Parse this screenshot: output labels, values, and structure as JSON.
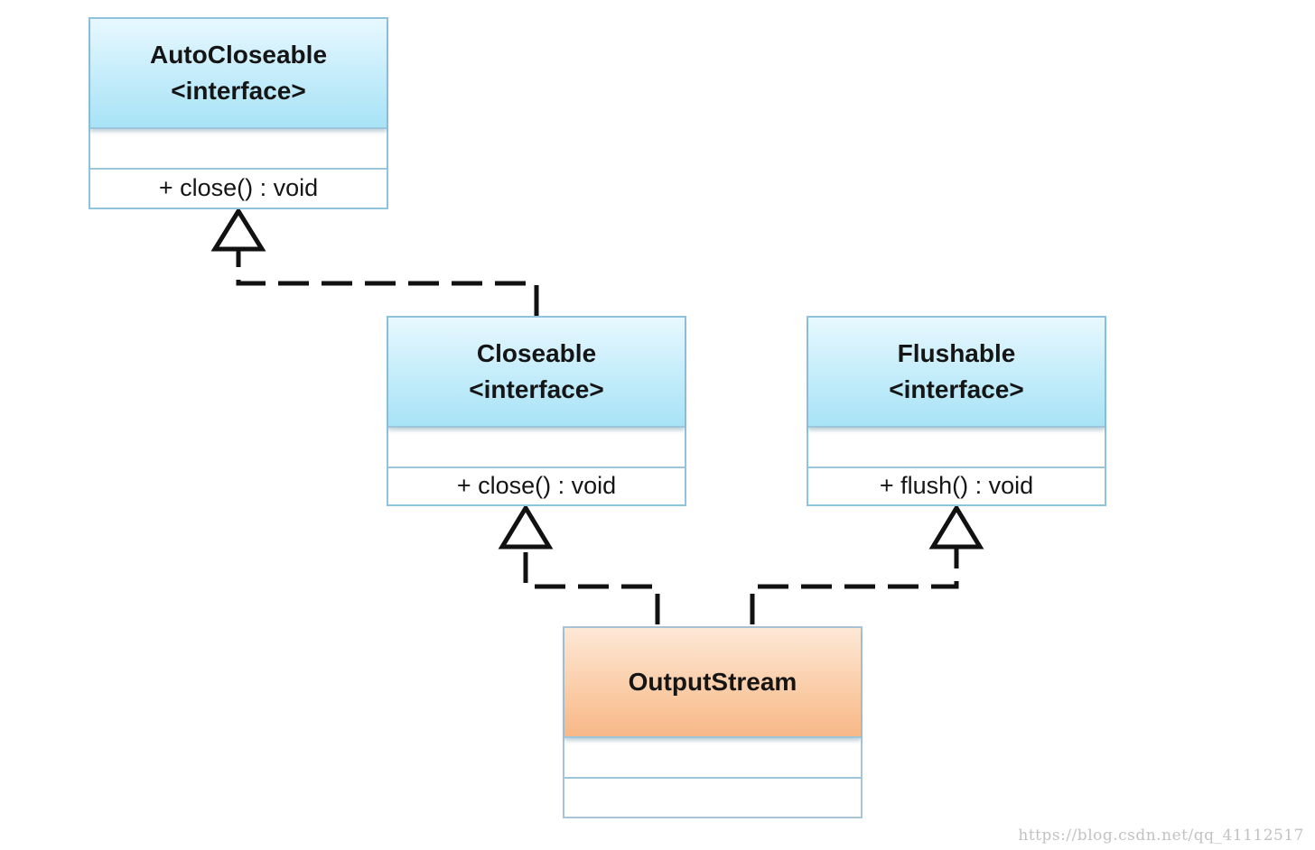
{
  "diagram": {
    "autocloseable": {
      "name": "AutoCloseable",
      "stereotype": "<interface>",
      "operation": "+ close() : void"
    },
    "closeable": {
      "name": "Closeable",
      "stereotype": "<interface>",
      "operation": "+ close() : void"
    },
    "flushable": {
      "name": "Flushable",
      "stereotype": "<interface>",
      "operation": "+ flush() : void"
    },
    "outputstream": {
      "name": "OutputStream",
      "operation": ""
    },
    "relations": [
      {
        "from": "Closeable",
        "to": "AutoCloseable",
        "kind": "realization"
      },
      {
        "from": "OutputStream",
        "to": "Closeable",
        "kind": "realization"
      },
      {
        "from": "OutputStream",
        "to": "Flushable",
        "kind": "realization"
      }
    ]
  },
  "watermark": "https://blog.csdn.net/qq_41112517",
  "colors": {
    "interface_header": "#bfeaf9",
    "class_header": "#fbcda5",
    "border": "#8fc3df",
    "connector": "#111111"
  }
}
